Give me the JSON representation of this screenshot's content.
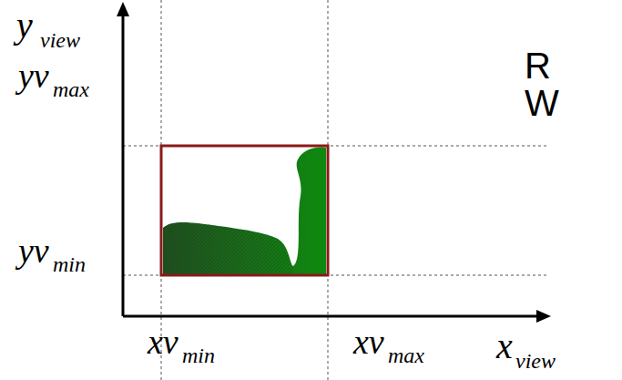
{
  "diagram": {
    "labels": [
      "y",
      "view",
      "yv",
      "max",
      "yv",
      "min",
      "xv",
      "min",
      "xv",
      "max",
      "x",
      "view",
      "R",
      "W"
    ]
  }
}
